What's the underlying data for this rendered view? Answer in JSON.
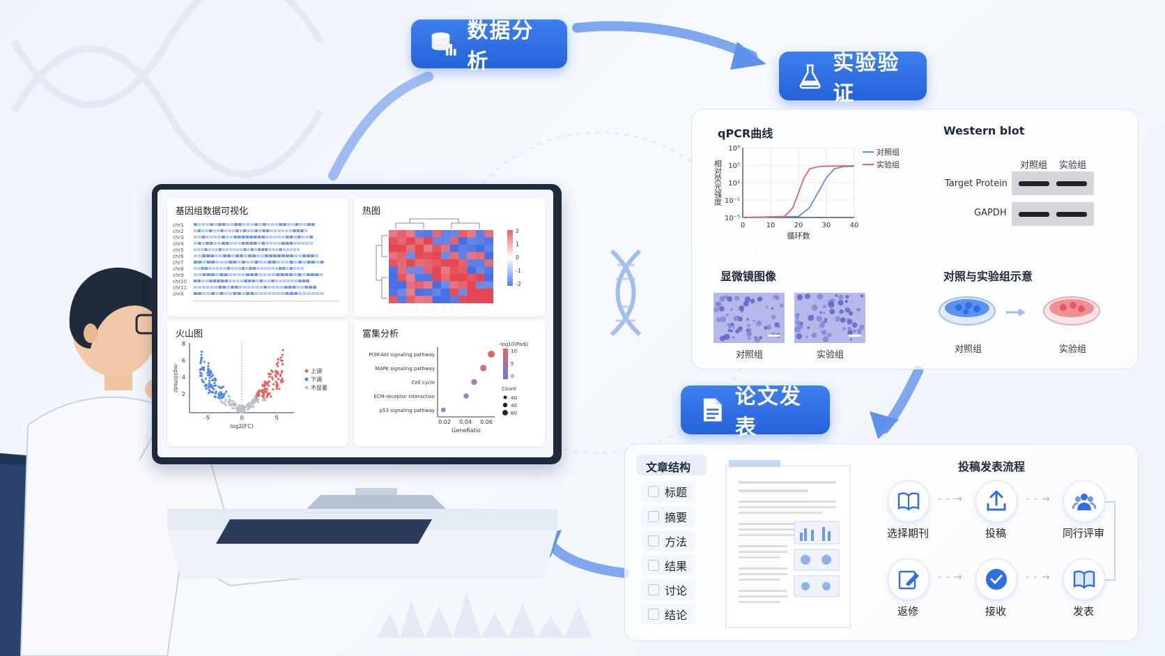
{
  "stages": {
    "analysis": "数据分析",
    "validation": "实验验证",
    "publication": "论文发表"
  },
  "screen": {
    "genome_title": "基因组数据可视化",
    "genome_rows": [
      "chr1",
      "chr2",
      "chr3",
      "chr4",
      "chr5",
      "chr6",
      "chr7",
      "chr8",
      "chr9",
      "chr10",
      "chr11",
      "chrX"
    ],
    "heatmap_title": "热图",
    "heatmap_scale": [
      "2",
      "1",
      "0",
      "-1",
      "-2"
    ],
    "volcano_title": "火山图",
    "volcano_ylabel": "-log10(Padj)",
    "volcano_xlabel": "log2(FC)",
    "volcano_yticks": [
      "8",
      "6",
      "4",
      "2"
    ],
    "volcano_xticks": [
      "-5",
      "0",
      "5"
    ],
    "volcano_legend": [
      "上调",
      "下调",
      "不显著"
    ],
    "enrich_title": "富集分析",
    "enrich_xlabel": "GeneRatio",
    "enrich_xticks": [
      "0.02",
      "0.04",
      "0.06"
    ],
    "enrich_color_title": "-log10(Padj)",
    "enrich_color_ticks": [
      "10",
      "5",
      "0"
    ],
    "enrich_size_title": "Count",
    "enrich_size_ticks": [
      "40",
      "40",
      "60"
    ],
    "enrich_pathways": [
      "PI3K-Akt signaling pathway",
      "MAPK signaling pathway",
      "Cell cycle",
      "ECM-receptor interaction",
      "p53 signaling pathway"
    ]
  },
  "chart_data": {
    "type": "line",
    "title": "qPCR曲线",
    "xlabel": "循环数",
    "ylabel": "相对荧光强度",
    "xticks": [
      "0",
      "10",
      "20",
      "30",
      "40"
    ],
    "yticks": [
      "10⁹",
      "10⁵",
      "10²",
      "10⁻¹",
      "10⁻⁵"
    ],
    "xlim": [
      0,
      40
    ],
    "ylim": [
      -5,
      9
    ],
    "series": [
      {
        "name": "对照组",
        "color": "#5b8ff0",
        "x": [
          0,
          20,
          24,
          27,
          30,
          33,
          36,
          40
        ],
        "y": [
          -5,
          -4.8,
          -3,
          0,
          3,
          4.8,
          5.2,
          5.3
        ]
      },
      {
        "name": "实验组",
        "color": "#e8615f",
        "x": [
          0,
          15,
          18,
          20,
          22,
          24,
          27,
          30,
          40
        ],
        "y": [
          -5,
          -4.8,
          -3,
          0,
          3,
          4.8,
          5.2,
          5.3,
          5.4
        ]
      }
    ]
  },
  "validation": {
    "western_title": "Western blot",
    "western_cols": [
      "对照组",
      "实验组"
    ],
    "western_rows": [
      "Target Protein",
      "GAPDH"
    ],
    "micro_title": "显微镜图像",
    "micro_labels": [
      "对照组",
      "实验组"
    ],
    "compare_title": "对照与实验组示意",
    "compare_labels": [
      "对照组",
      "实验组"
    ]
  },
  "publication": {
    "structure_title": "文章结构",
    "sections": [
      "标题",
      "摘要",
      "方法",
      "结果",
      "讨论",
      "结论"
    ],
    "flow_title": "投稿发表流程",
    "flow_steps": [
      "选择期刊",
      "投稿",
      "同行评审",
      "返修",
      "接收",
      "发表"
    ]
  },
  "colors": {
    "accent": "#2f6fe4",
    "up": "#e8615f",
    "down": "#4f86ea",
    "ns": "#b9bec8"
  }
}
